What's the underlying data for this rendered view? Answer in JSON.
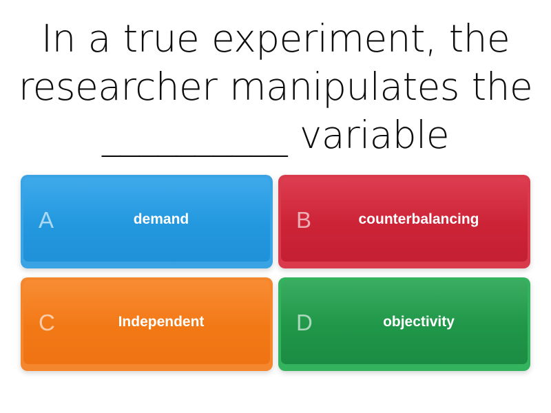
{
  "question": {
    "text": "In a true experiment, the researcher manipulates the __________ variable"
  },
  "answers": [
    {
      "letter": "A",
      "label": "demand",
      "color": "#28a0e8"
    },
    {
      "letter": "B",
      "label": "counterbalancing",
      "color": "#d8283c"
    },
    {
      "letter": "C",
      "label": "Independent",
      "color": "#f77f1c"
    },
    {
      "letter": "D",
      "label": "objectivity",
      "color": "#24a34f"
    }
  ],
  "theme": {
    "background": "#ffffff",
    "question_color": "#0d0d0d",
    "answer_text_color": "#ffffff"
  }
}
